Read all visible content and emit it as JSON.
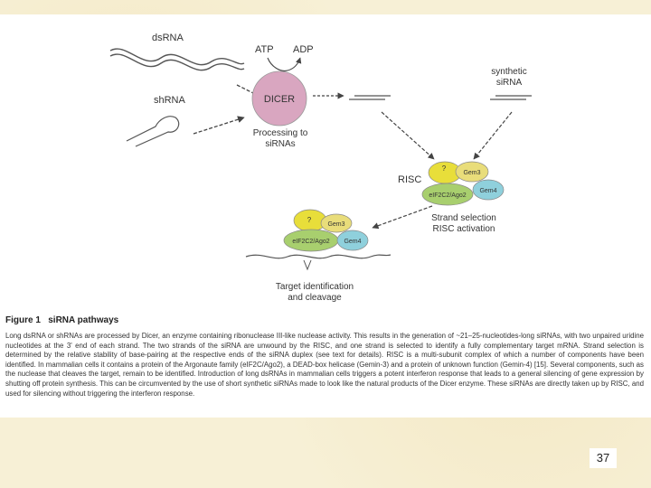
{
  "diagram": {
    "labels": {
      "dsrna": "dsRNA",
      "shrna": "shRNA",
      "atp": "ATP",
      "adp": "ADP",
      "dicer": "DICER",
      "processing_1": "Processing to",
      "processing_2": "siRNAs",
      "synthetic_1": "synthetic",
      "synthetic_2": "siRNA",
      "risc": "RISC",
      "strand_1": "Strand selection",
      "strand_2": "RISC activation",
      "target_1": "Target identification",
      "target_2": "and cleavage"
    },
    "complex_upper": {
      "question": "?",
      "gem3": "Gem3",
      "eif": "eIF2C2/Ago2",
      "gem4": "Gem4"
    },
    "complex_lower": {
      "question": "?",
      "gem3": "Gem3",
      "eif": "eIF2C2/Ago2",
      "gem4": "Gem4"
    },
    "colors": {
      "dicer": "#d9a6c0",
      "question": "#e8de3a",
      "gem3": "#e9dd7a",
      "eif": "#a8cf6e",
      "gem4": "#8fd0dc"
    }
  },
  "caption": {
    "figure_label": "Figure 1",
    "figure_title": "siRNA pathways",
    "text": "Long dsRNA or shRNAs are processed by Dicer, an enzyme containing ribonuclease III-like nuclease activity. This results in the generation of ~21–25-nucleotides-long siRNAs, with two unpaired uridine nucleotides at the 3' end of each strand. The two strands of the siRNA are unwound by the RISC, and one strand is selected to identify a fully complementary target mRNA. Strand selection is determined by the relative stability of base-pairing at the respective ends of the siRNA duplex (see text for details). RISC is a multi-subunit complex of which a number of components have been identified. In mammalian cells it contains a protein of the Argonaute family (eIF2C/Ago2), a DEAD-box helicase (Gemin-3) and a protein of unknown function (Gemin-4) [15]. Several components, such as the nuclease that cleaves the target, remain to be identified. Introduction of long dsRNAs in mammalian cells triggers a potent interferon response that leads to a general silencing of gene expression by shutting off protein synthesis. This can be circumvented by the use of short synthetic siRNAs made to look like the natural products of the Dicer enzyme. These siRNAs are directly taken up by RISC, and used for silencing without triggering the interferon response."
  },
  "page_number": "37"
}
